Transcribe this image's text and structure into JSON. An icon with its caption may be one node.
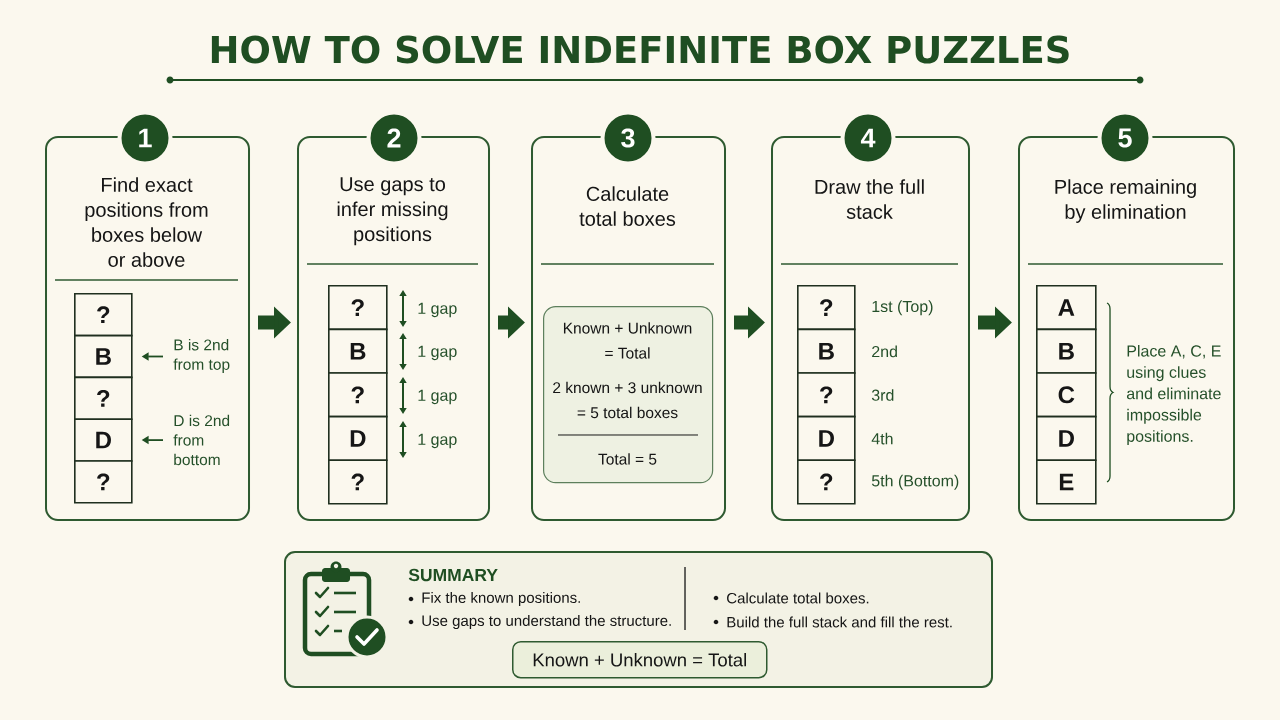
{
  "diagram": {
    "title": "HOW TO SOLVE INDEFINITE BOX PUZZLES",
    "nodes": [
      {
        "text": [
          "1"
        ]
      },
      {
        "text": [
          "Find exact positions from boxes below or above"
        ]
      },
      {
        "text": [
          "?"
        ],
        "in": 1
      },
      {
        "text": [
          "B"
        ],
        "in": 1
      },
      {
        "text": [
          "?"
        ],
        "in": 1
      },
      {
        "text": [
          "D"
        ],
        "in": 1
      },
      {
        "text": [
          "?"
        ],
        "in": 1
      },
      {
        "text": [
          "B is 2nd from top"
        ],
        "in": 1
      },
      {
        "text": [
          "D is 2nd from bottom"
        ],
        "in": 1
      },
      {
        "text": [
          "2"
        ]
      },
      {
        "text": [
          "Use gaps to infer missing positions"
        ]
      },
      {
        "text": [
          "?"
        ],
        "in": 10
      },
      {
        "text": [
          "B"
        ],
        "in": 10
      },
      {
        "text": [
          "?"
        ],
        "in": 10
      },
      {
        "text": [
          "D"
        ],
        "in": 10
      },
      {
        "text": [
          "?"
        ],
        "in": 10
      },
      {
        "text": [
          "3"
        ]
      },
      {
        "text": [
          "Calculate total boxes"
        ]
      },
      {
        "text": [
          "Known + Unknown = Total",
          "2 known + 3 unknown = 5 total boxes",
          "Total = 5"
        ],
        "in": 17
      },
      {
        "text": [
          "4"
        ]
      },
      {
        "text": [
          "Draw the full stack"
        ]
      },
      {
        "text": [
          "?"
        ],
        "in": 20,
        "beside": [
          "1st (Top)"
        ]
      },
      {
        "text": [
          "B"
        ],
        "in": 20,
        "beside": [
          "2nd"
        ]
      },
      {
        "text": [
          "?"
        ],
        "in": 20,
        "beside": [
          "3rd"
        ]
      },
      {
        "text": [
          "D"
        ],
        "in": 20,
        "beside": [
          "4th"
        ]
      },
      {
        "text": [
          "?"
        ],
        "in": 20,
        "beside": [
          "5th (Bottom)"
        ]
      },
      {
        "text": [
          "5"
        ]
      },
      {
        "text": [
          "Place remaining by elimination"
        ]
      },
      {
        "text": [
          "A"
        ],
        "in": 27
      },
      {
        "text": [
          "B"
        ],
        "in": 27
      },
      {
        "text": [
          "C"
        ],
        "in": 27
      },
      {
        "text": [
          "D"
        ],
        "in": 27
      },
      {
        "text": [
          "E"
        ],
        "in": 27
      },
      {
        "text": [
          "SUMMARY",
          "Fix the known positions.",
          "Use gaps to understand the structure.",
          "Calculate total boxes.",
          "Build the full stack and fill the rest."
        ]
      },
      {
        "text": [
          "Known + Unknown = Total"
        ],
        "in": 33
      }
    ],
    "edges": [
      {
        "from": 1,
        "to": 10,
        "arrow": "to"
      },
      {
        "from": 10,
        "to": 17,
        "arrow": "to"
      },
      {
        "from": 17,
        "to": 20,
        "arrow": "to"
      },
      {
        "from": 20,
        "to": 27,
        "arrow": "to"
      },
      {
        "from": 7,
        "to": 3,
        "arrow": "to"
      },
      {
        "from": 8,
        "to": 5,
        "arrow": "to"
      }
    ],
    "labels": [
      "1 gap",
      "1 gap",
      "1 gap",
      "1 gap",
      "Place A, C, E using clues and eliminate impossible positions."
    ]
  }
}
